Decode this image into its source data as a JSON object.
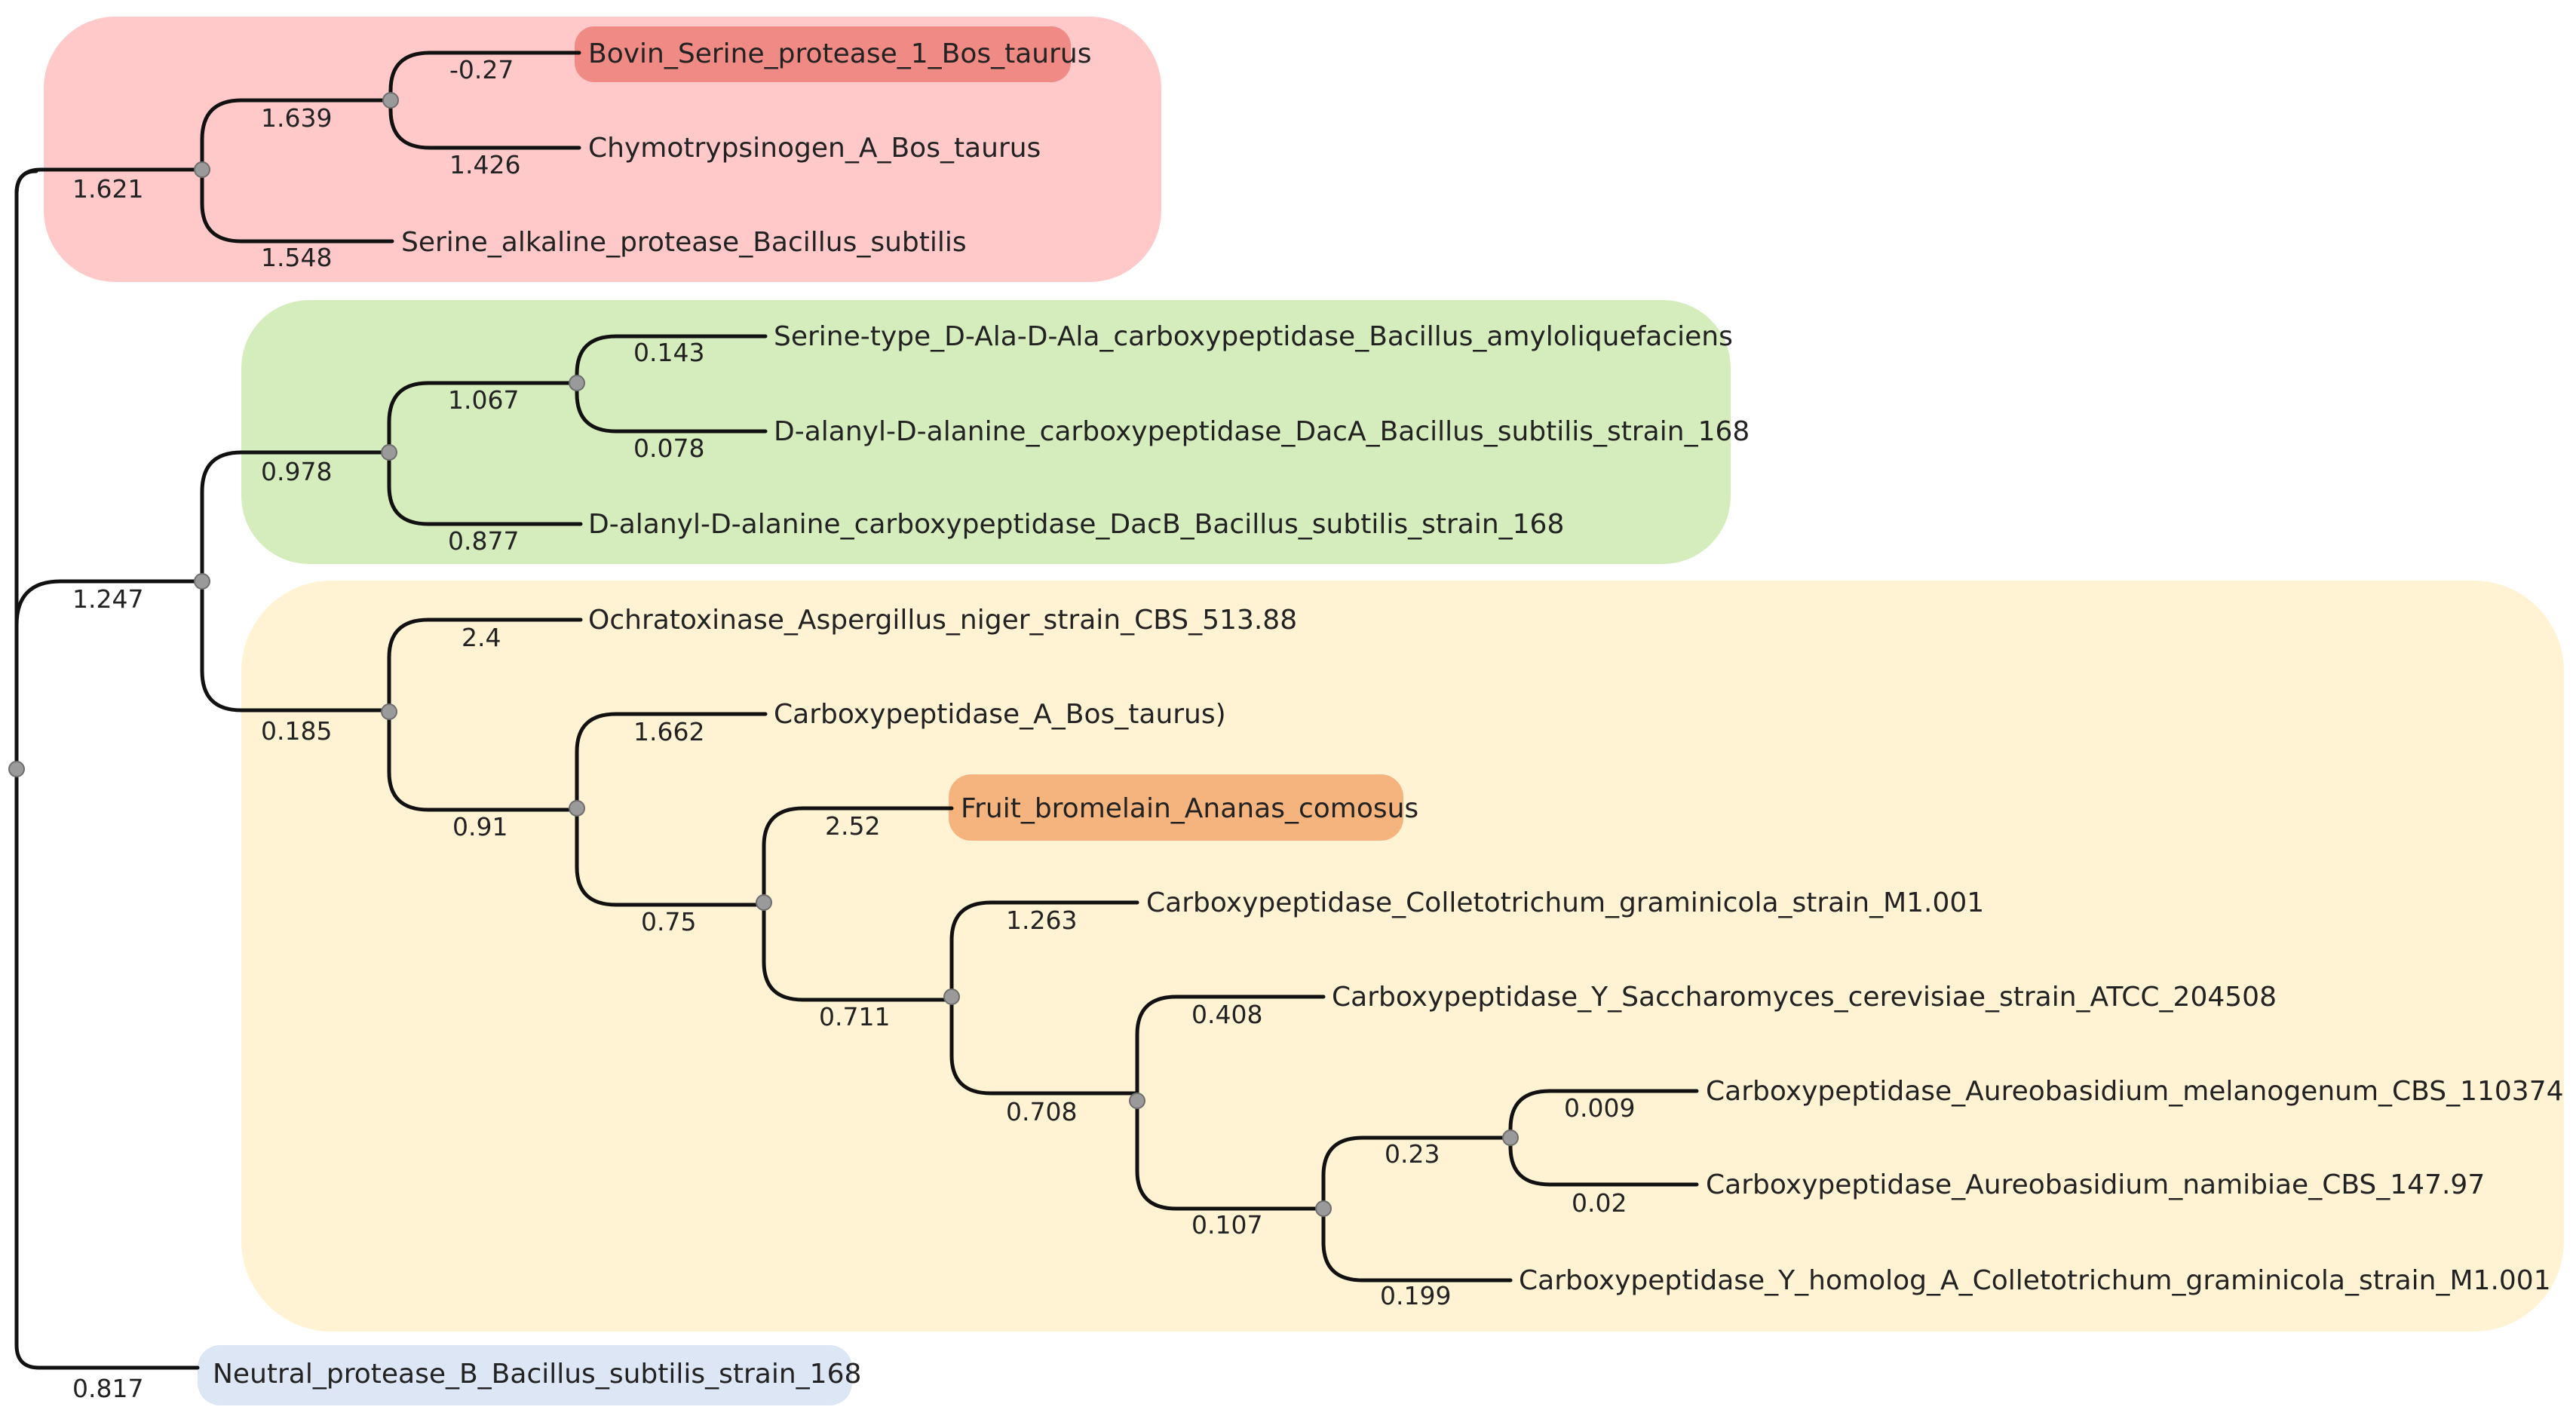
{
  "colors": {
    "serine_clade": "#ffc9c9",
    "dac_clade": "#d5ecbd",
    "carboxy_clade": "#fff3d4",
    "outgroup": "#dde6f5",
    "highlight_bovin": "#f08a84",
    "highlight_bromelain": "#f5b47e"
  },
  "tree": {
    "branch_labels": {
      "root_to_upper": "1.247",
      "root_to_outgroup": "0.817",
      "serine_clade": "1.621",
      "serine_bovine_pair": "1.639",
      "bovin": "-0.27",
      "chymotrypsinogen": "1.426",
      "serine_alkaline": "1.548",
      "dac_clade": "0.978",
      "dac_pair": "1.067",
      "serine_type": "0.143",
      "dac_a": "0.078",
      "dac_b": "0.877",
      "carboxy_clade": "0.185",
      "ochratoxinase": "2.4",
      "carboxy_inner": "0.91",
      "carboxy_a": "1.662",
      "bromelain_group": "0.75",
      "fruit_bromelain": "2.52",
      "colleto_group": "0.711",
      "colleto_carboxy": "1.263",
      "saccharo_group": "0.708",
      "saccharo_carboxy": "0.408",
      "aureo_group": "0.107",
      "aureo_pair": "0.23",
      "aureo_melanogenum": "0.009",
      "aureo_namibiae": "0.02",
      "colleto_homolog": "0.199"
    },
    "leaves": {
      "bovin": "Bovin_Serine_protease_1_Bos_taurus",
      "chymotrypsinogen": "Chymotrypsinogen_A_Bos_taurus",
      "serine_alkaline": "Serine_alkaline_protease_Bacillus_subtilis",
      "serine_type": "Serine-type_D-Ala-D-Ala_carboxypeptidase_Bacillus_amyloliquefaciens",
      "dac_a": "D-alanyl-D-alanine_carboxypeptidase_DacA_Bacillus_subtilis_strain_168",
      "dac_b": "D-alanyl-D-alanine_carboxypeptidase_DacB_Bacillus_subtilis_strain_168",
      "ochratoxinase": "Ochratoxinase_Aspergillus_niger_strain_CBS_513.88",
      "carboxy_a": "Carboxypeptidase_A_Bos_taurus)",
      "fruit_bromelain": "Fruit_bromelain_Ananas_comosus",
      "colleto_carboxy": "Carboxypeptidase_Colletotrichum_graminicola_strain_M1.001",
      "saccharo_carboxy": "Carboxypeptidase_Y_Saccharomyces_cerevisiae_strain_ATCC_204508",
      "aureo_melanogenum": "Carboxypeptidase_Aureobasidium_melanogenum_CBS_110374",
      "aureo_namibiae": "Carboxypeptidase_Aureobasidium_namibiae_CBS_147.97",
      "colleto_homolog": "Carboxypeptidase_Y_homolog_A_Colletotrichum_graminicola_strain_M1.001",
      "neutral_protease": "Neutral_protease_B_Bacillus_subtilis_strain_168"
    }
  }
}
